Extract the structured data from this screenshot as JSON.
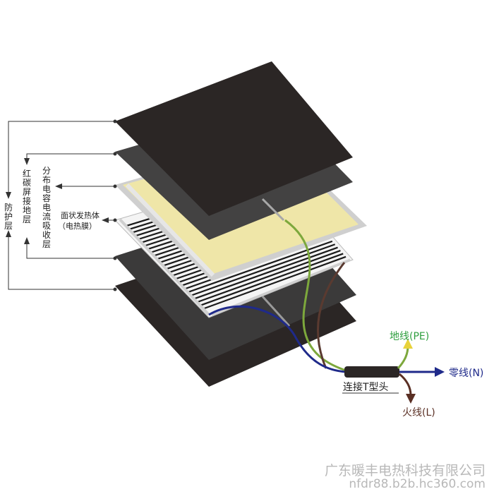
{
  "layers_labels": {
    "protection": "防护层",
    "carbon_shield": "红碳屏接地层",
    "capacitance": "分布电容电流吸收层",
    "heating_line1": "面状发热体",
    "heating_line2": "（电热膜）"
  },
  "wires": {
    "ground": "地线(PE)",
    "neutral": "零线(N)",
    "live": "火线(L)",
    "connector": "连接T型头"
  },
  "footer": {
    "company": "广东暖丰电热科技有限公司",
    "site": "nfdr88.b2b.hc360.com"
  },
  "colors": {
    "ground_wire": "#2e9e3e",
    "neutral_wire": "#1f2a8a",
    "live_wire": "#5a2f24",
    "dark_layer": "#2b2625",
    "gray_layer": "#3a3a3a",
    "yellow_layer": "#efe6a8"
  }
}
